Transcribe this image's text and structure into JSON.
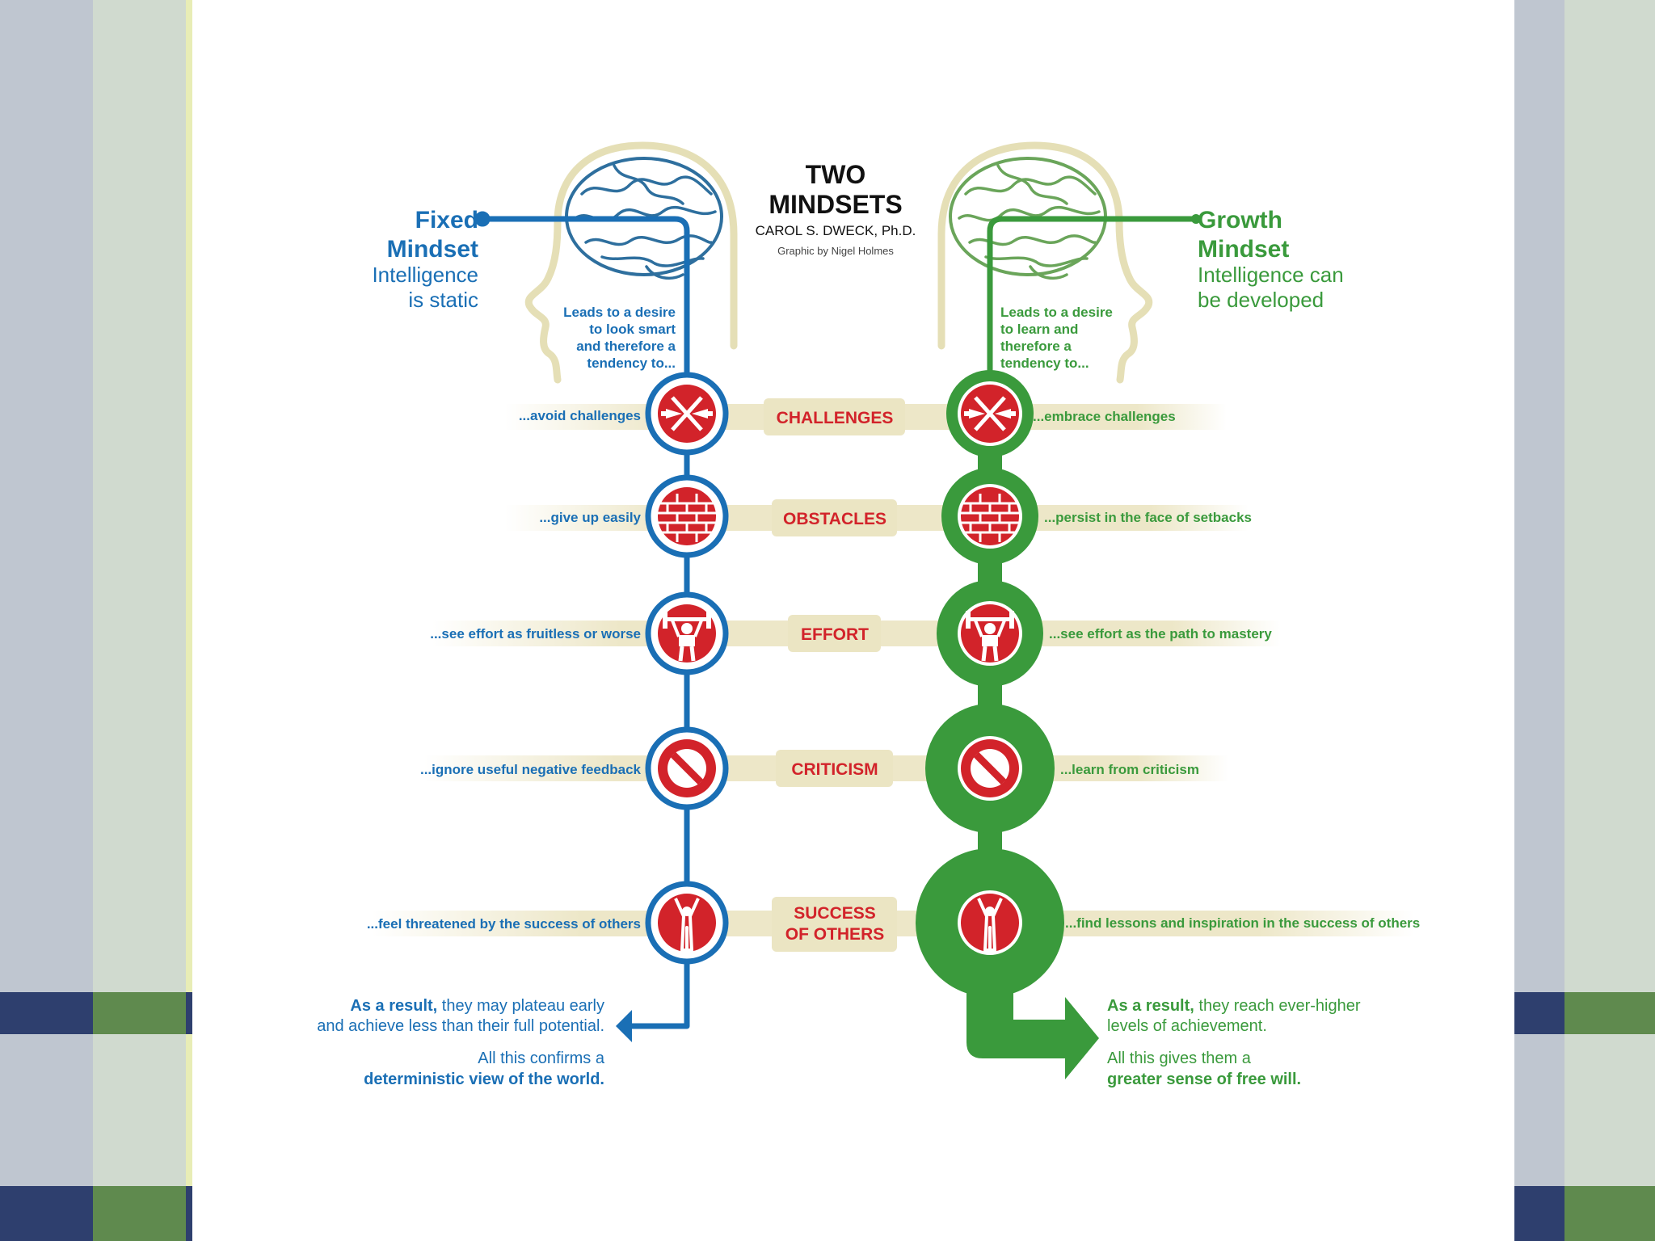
{
  "title": {
    "line1": "TWO",
    "line2": "MINDSETS",
    "author": "CAROL S. DWECK, Ph.D.",
    "credit": "Graphic by Nigel Holmes"
  },
  "fixed": {
    "heading1": "Fixed",
    "heading2": "Mindset",
    "sub1": "Intelligence",
    "sub2": "is static",
    "leads": [
      "Leads to a desire",
      "to look smart",
      "and therefore a",
      "tendency to..."
    ],
    "responses": [
      "...avoid challenges",
      "...give up easily",
      "...see effort as fruitless or worse",
      "...ignore useful negative feedback",
      "...feel threatened by the success of others"
    ],
    "result_bold": "As a result,",
    "result_rest": " they may plateau early",
    "result_line2": "and achieve less than their full potential.",
    "confirm_line1": "All this confirms a",
    "confirm_line2": "deterministic view of the world."
  },
  "growth": {
    "heading1": "Growth",
    "heading2": "Mindset",
    "sub1": "Intelligence can",
    "sub2": "be developed",
    "leads": [
      "Leads to a desire",
      "to learn and",
      "therefore a",
      "tendency to..."
    ],
    "responses": [
      "...embrace challenges",
      "...persist in the face of setbacks",
      "...see effort as the path to mastery",
      "...learn from criticism",
      "...find lessons and inspiration in the success of others"
    ],
    "result_bold": "As a result,",
    "result_rest": " they reach ever-higher",
    "result_line2": "levels of achievement.",
    "confirm_line1": "All this gives them a",
    "confirm_line2": "greater sense of free will."
  },
  "categories": [
    {
      "label": [
        "CHALLENGES"
      ],
      "icon": "converging-arrows-icon"
    },
    {
      "label": [
        "OBSTACLES"
      ],
      "icon": "brick-wall-icon"
    },
    {
      "label": [
        "EFFORT"
      ],
      "icon": "weightlifter-icon"
    },
    {
      "label": [
        "CRITICISM"
      ],
      "icon": "prohibition-icon"
    },
    {
      "label": [
        "SUCCESS",
        "OF OTHERS"
      ],
      "icon": "celebrating-person-icon"
    }
  ],
  "colors": {
    "fixed": "#1a6fb5",
    "growth": "#3a9a3c",
    "category": "#d2232a",
    "band": "#ede7c8",
    "brain": "#2e6f9e"
  }
}
